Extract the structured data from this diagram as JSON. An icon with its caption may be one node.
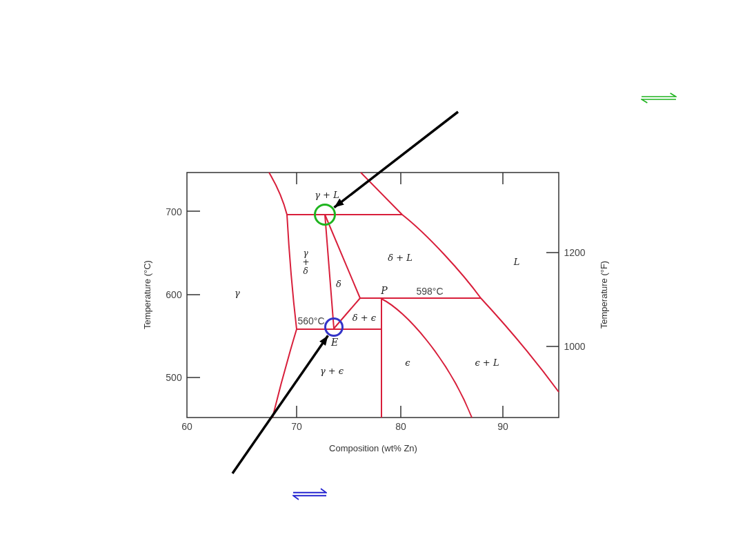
{
  "diagram": {
    "nodes": [
      {
        "text": [],
        "shape": "circle"
      },
      {
        "text": [],
        "shape": "circle"
      }
    ],
    "edges": [
      {
        "from": null,
        "to": 0,
        "arrow": "to"
      },
      {
        "from": null,
        "to": 1,
        "arrow": "to"
      }
    ],
    "labels": [
      "γ + L",
      "700",
      "δ + L",
      "1200",
      "L",
      "γ + δ",
      "δ",
      "600",
      "γ",
      "P",
      "598°C",
      "560°C",
      "δ + ϵ",
      "E",
      "1000",
      "ϵ",
      "ϵ + L",
      "γ + ϵ",
      "500",
      "60",
      "70",
      "80",
      "90",
      "Composition (wt% Zn)",
      "Temperature (°C)",
      "Temperature (°F)"
    ]
  }
}
